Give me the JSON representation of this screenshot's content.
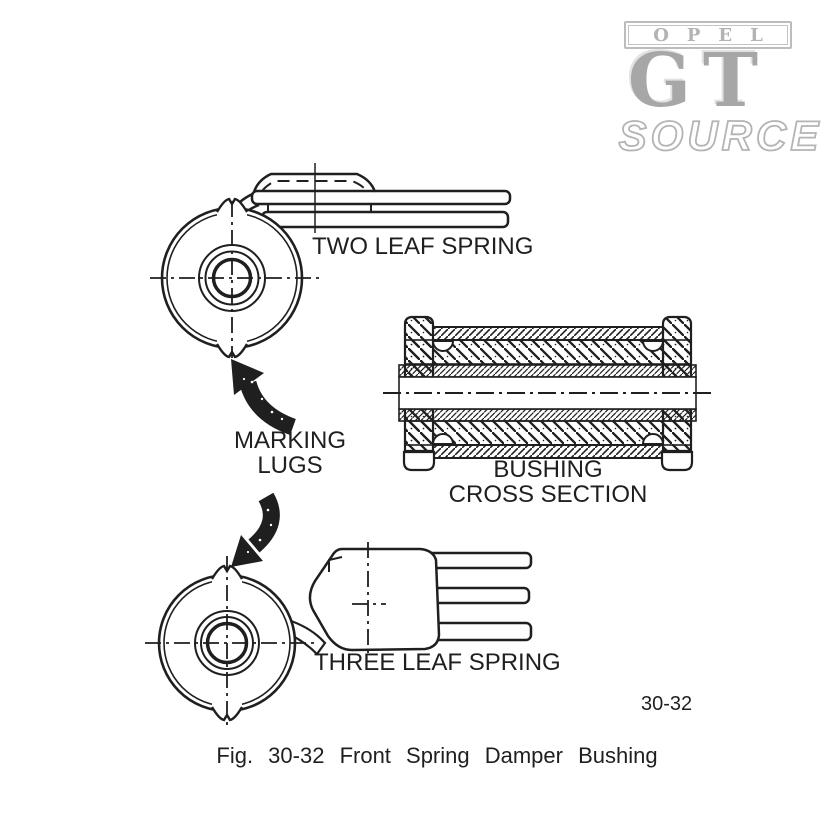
{
  "page_background": "#ffffff",
  "ink_color": "#1f1f1f",
  "watermark": {
    "opel": "OPEL",
    "gt": "GT",
    "source": "SOURCE",
    "color": "#b0b0b0"
  },
  "figure": {
    "labels": {
      "two_leaf_spring": "TWO LEAF SPRING",
      "marking_lugs_line1": "MARKING",
      "marking_lugs_line2": "LUGS",
      "bushing_line1": "BUSHING",
      "bushing_line2": "CROSS SECTION",
      "three_leaf_spring": "THREE LEAF SPRING"
    },
    "page_number": "30-32",
    "caption": "Fig. 30-32 Front Spring Damper Bushing"
  }
}
